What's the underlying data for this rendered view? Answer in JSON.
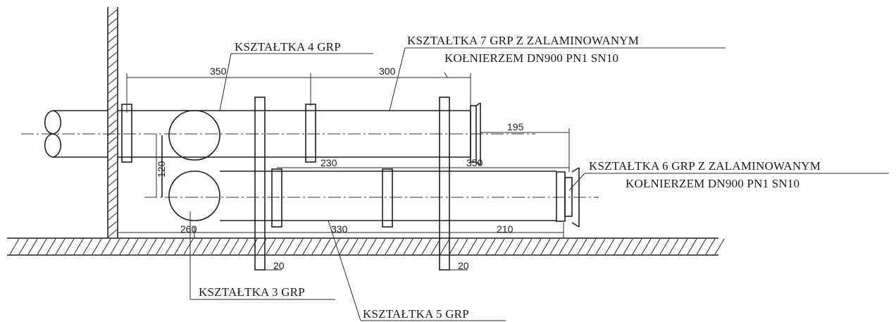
{
  "labels": {
    "fitting_4": "KSZTAŁTKA 4 GRP",
    "fitting_7_line1": "KSZTAŁTKA  7 GRP Z ZALAMINOWANYM",
    "fitting_7_line2": "KOŁNIERZEM DN900 PN1 SN10",
    "fitting_6_line1": "KSZTAŁTKA  6 GRP Z ZALAMINOWANYM",
    "fitting_6_line2": "KOŁNIERZEM DN900 PN1 SN10",
    "fitting_3": "KSZTAŁTKA 3 GRP",
    "fitting_5": "KSZTAŁTKA  5 GRP"
  },
  "dimensions": {
    "d350_top": "350",
    "d300_top": "300",
    "d195": "195",
    "d350_mid": "350",
    "d230": "230",
    "d120": "120",
    "d260": "260",
    "d330": "330",
    "d210": "210",
    "d20_left": "20",
    "d20_right": "20"
  },
  "colors": {
    "ink": "#1e1e1e",
    "paper": "#ffffff"
  }
}
